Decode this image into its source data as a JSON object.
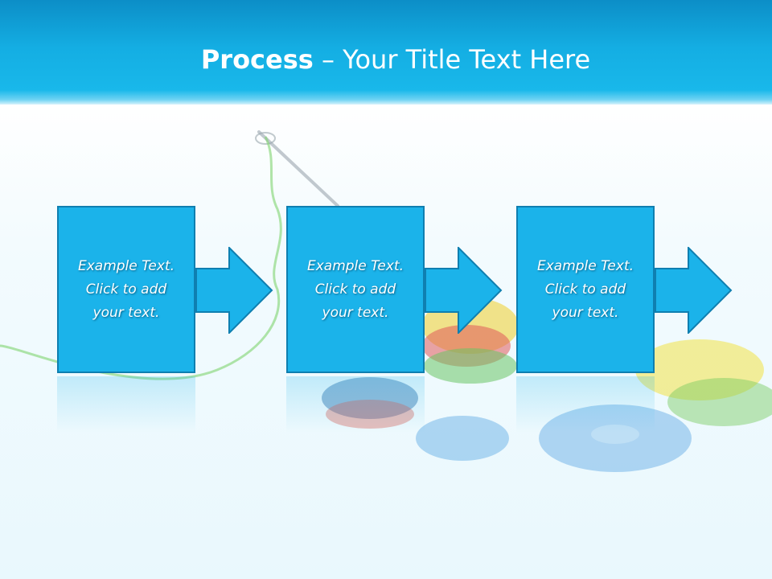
{
  "header": {
    "title_bold": "Process",
    "title_rest": " – Your Title Text Here"
  },
  "steps": [
    {
      "text": "Example Text. Click  to add your text."
    },
    {
      "text": "Example Text. Click  to add your text."
    },
    {
      "text": "Example Text. Click  to add your text."
    }
  ],
  "colors": {
    "header": "#14aee3",
    "box": "#1bb3ea",
    "border": "#0f7fb0"
  }
}
